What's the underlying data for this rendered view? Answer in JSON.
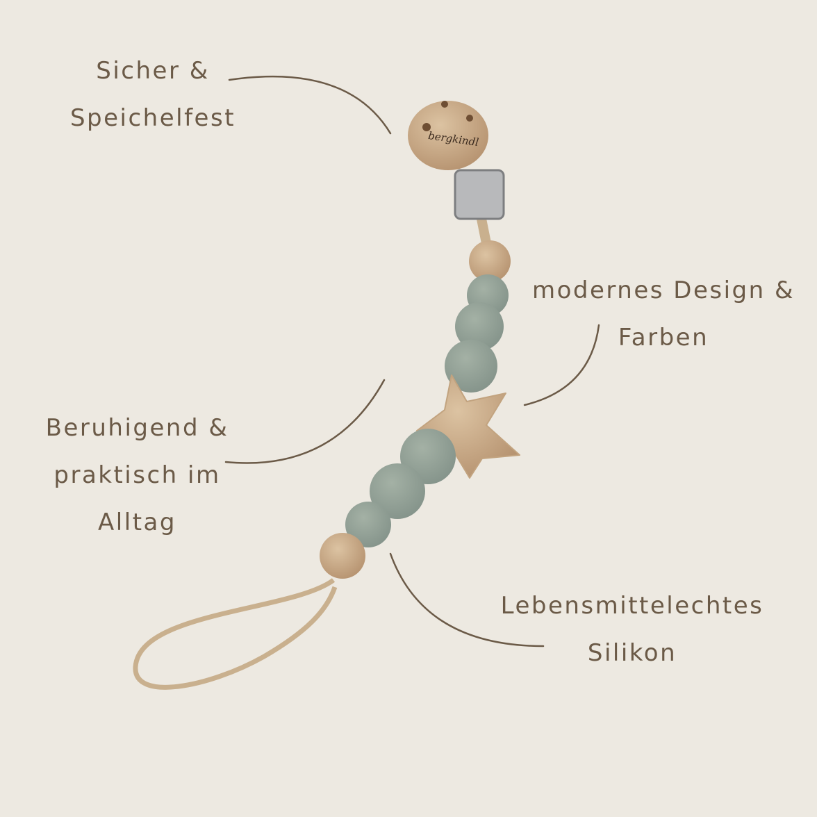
{
  "brand_logo": "bergkindl",
  "colors": {
    "background": "#ede9e1",
    "text": "#6b5a47",
    "silicone_bead": "#93a195",
    "wood": "#cfb291",
    "cord": "#c9b08e"
  },
  "callouts": [
    {
      "lines": [
        "Sicher &",
        "Speichelfest"
      ]
    },
    {
      "lines": [
        "modernes Design &",
        "Farben"
      ]
    },
    {
      "lines": [
        "Beruhigend &",
        "praktisch im",
        "Alltag"
      ]
    },
    {
      "lines": [
        "Lebensmittelechtes",
        "Silikon"
      ]
    }
  ]
}
